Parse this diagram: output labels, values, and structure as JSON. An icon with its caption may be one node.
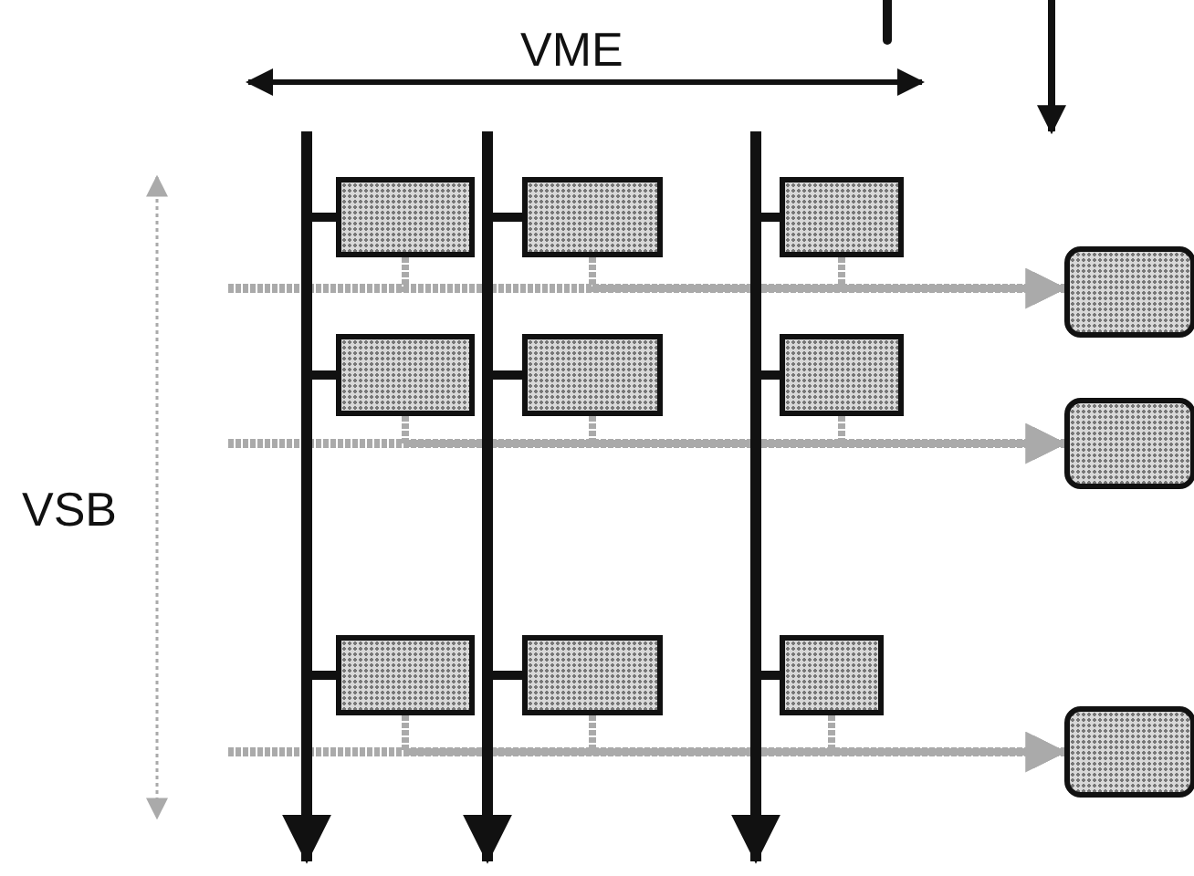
{
  "diagram": {
    "nodes": [
      {
        "text": [],
        "shape": "bar"
      },
      {
        "text": [],
        "shape": "bar"
      },
      {
        "text": [],
        "shape": "bar"
      },
      {
        "text": [],
        "shape": "box"
      },
      {
        "text": [],
        "shape": "box"
      },
      {
        "text": [],
        "shape": "box"
      },
      {
        "text": [],
        "shape": "box"
      },
      {
        "text": [],
        "shape": "box"
      },
      {
        "text": [],
        "shape": "box"
      },
      {
        "text": [],
        "shape": "box"
      },
      {
        "text": [],
        "shape": "box"
      },
      {
        "text": [],
        "shape": "box"
      },
      {
        "text": [],
        "shape": "box"
      },
      {
        "text": [],
        "shape": "box"
      },
      {
        "text": [],
        "shape": "box"
      }
    ],
    "edges": [
      {
        "from": 0,
        "to": null,
        "arrow": "to",
        "color": "#111111"
      },
      {
        "from": 1,
        "to": null,
        "arrow": "to",
        "color": "#111111"
      },
      {
        "from": 2,
        "to": null,
        "arrow": "to",
        "color": "#111111"
      },
      {
        "from": 3,
        "to": 0,
        "arrow": "none",
        "color": "#111111"
      },
      {
        "from": 4,
        "to": 1,
        "arrow": "none",
        "color": "#111111"
      },
      {
        "from": 5,
        "to": 2,
        "arrow": "none",
        "color": "#111111"
      },
      {
        "from": 7,
        "to": 0,
        "arrow": "none",
        "color": "#111111"
      },
      {
        "from": 8,
        "to": 1,
        "arrow": "none",
        "color": "#111111"
      },
      {
        "from": 9,
        "to": 2,
        "arrow": "none",
        "color": "#111111"
      },
      {
        "from": 11,
        "to": 0,
        "arrow": "none",
        "color": "#111111"
      },
      {
        "from": 12,
        "to": 1,
        "arrow": "none",
        "color": "#111111"
      },
      {
        "from": 13,
        "to": 2,
        "arrow": "none",
        "color": "#111111"
      },
      {
        "from": null,
        "to": 6,
        "arrow": "to",
        "style": "dashed",
        "color": "#aaaaaa"
      },
      {
        "from": 3,
        "to": 6,
        "arrow": "to",
        "style": "dashed",
        "color": "#aaaaaa"
      },
      {
        "from": 4,
        "to": 6,
        "arrow": "to",
        "style": "dashed",
        "color": "#aaaaaa"
      },
      {
        "from": 5,
        "to": 6,
        "arrow": "to",
        "style": "dashed",
        "color": "#aaaaaa"
      },
      {
        "from": null,
        "to": 10,
        "arrow": "to",
        "style": "dashed",
        "color": "#aaaaaa"
      },
      {
        "from": 7,
        "to": 10,
        "arrow": "to",
        "style": "dashed",
        "color": "#aaaaaa"
      },
      {
        "from": 8,
        "to": 10,
        "arrow": "to",
        "style": "dashed",
        "color": "#aaaaaa"
      },
      {
        "from": 9,
        "to": 10,
        "arrow": "to",
        "style": "dashed",
        "color": "#aaaaaa"
      },
      {
        "from": null,
        "to": 14,
        "arrow": "to",
        "style": "dashed",
        "color": "#aaaaaa"
      },
      {
        "from": 11,
        "to": 14,
        "arrow": "to",
        "style": "dashed",
        "color": "#aaaaaa"
      },
      {
        "from": 12,
        "to": 14,
        "arrow": "to",
        "style": "dashed",
        "color": "#aaaaaa"
      },
      {
        "from": 13,
        "to": 14,
        "arrow": "to",
        "style": "dashed",
        "color": "#aaaaaa"
      }
    ],
    "labels": [
      "VME",
      "VSB"
    ]
  }
}
